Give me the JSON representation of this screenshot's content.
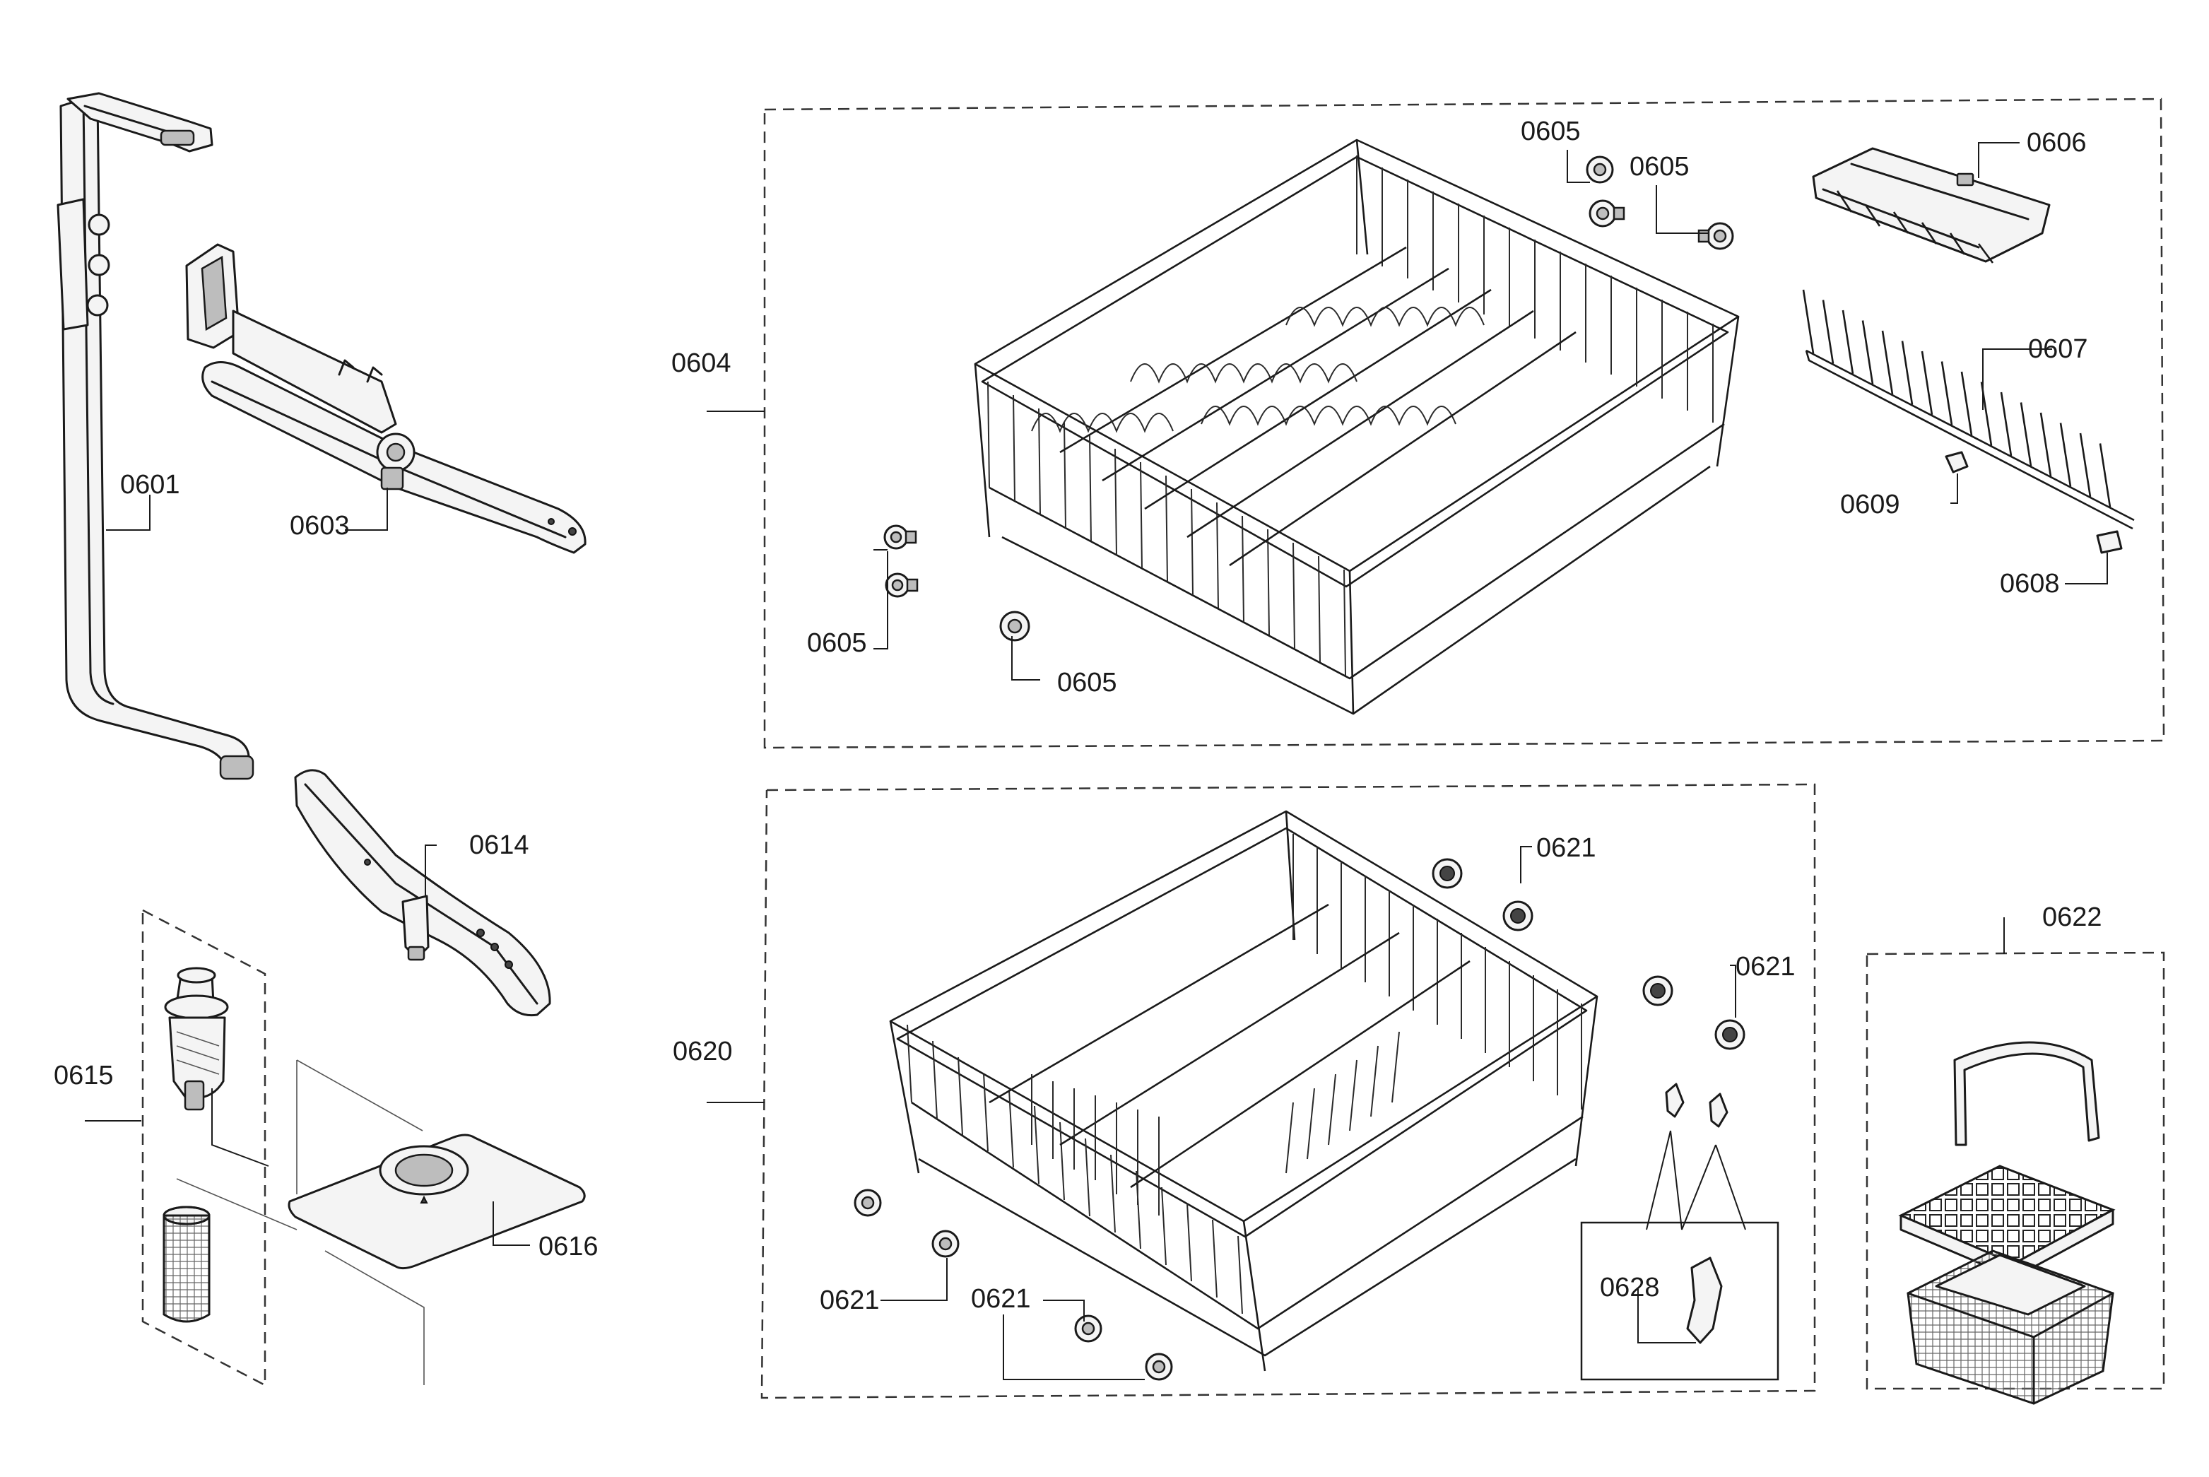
{
  "labels": {
    "p0601": "0601",
    "p0603": "0603",
    "p0604": "0604",
    "p0605a": "0605",
    "p0605b": "0605",
    "p0605c": "0605",
    "p0605d": "0605",
    "p0606": "0606",
    "p0607": "0607",
    "p0608": "0608",
    "p0609": "0609",
    "p0614": "0614",
    "p0615": "0615",
    "p0616": "0616",
    "p0620": "0620",
    "p0621a": "0621",
    "p0621b": "0621",
    "p0621c": "0621",
    "p0621d": "0621",
    "p0622": "0622",
    "p0628": "0628"
  }
}
